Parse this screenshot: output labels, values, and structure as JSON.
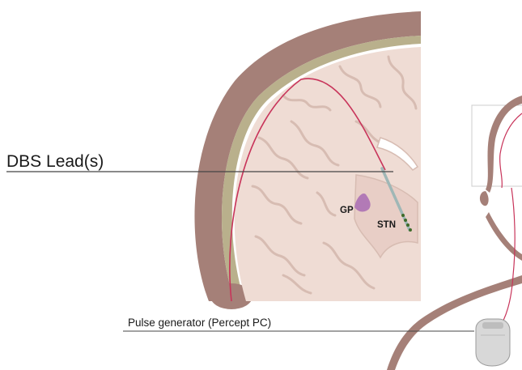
{
  "labels": {
    "dbs_lead": "DBS Lead(s)",
    "pulse_generator": "Pulse generator (Percept PC)",
    "gp": "GP",
    "stn": "STN"
  },
  "colors": {
    "skull": "#a58078",
    "dura": "#b9b08c",
    "brain": "#efdcd4",
    "sulcus": "#d7bcb2",
    "wire": "#c8345a",
    "gp_nucleus": "#b27ab6",
    "stn_nucleus": "#3f6b2a",
    "skin": "#a58078",
    "device": "#d8d8d8"
  },
  "icons": {
    "pulse_generator": "implanted-pulse-generator-icon"
  }
}
